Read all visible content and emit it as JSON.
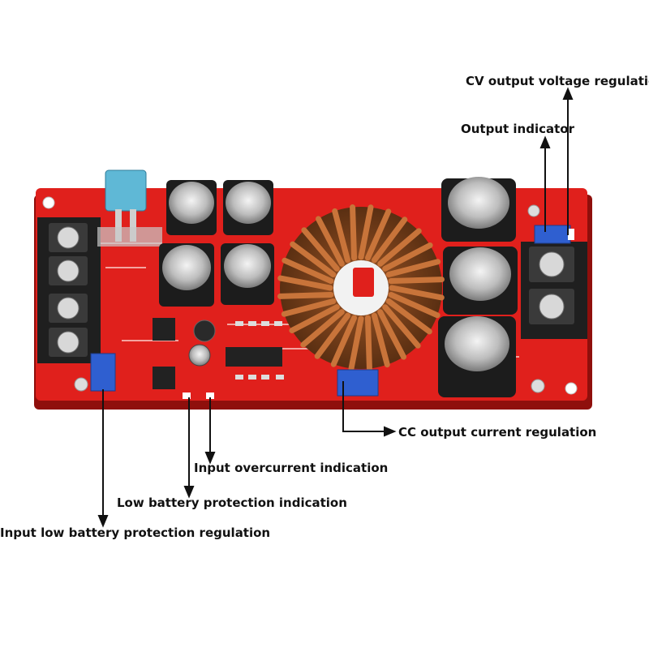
{
  "callouts": {
    "cv_output_voltage": "CV output voltage regulation",
    "output_indicator": "Output indicator",
    "cc_output_current": "CC output current regulation",
    "input_overcurrent": "Input overcurrent indication",
    "low_battery_indication": "Low battery protection indication",
    "input_low_battery_regulation": "Input low battery protection regulation"
  },
  "colors": {
    "board": "#e0201c",
    "board_dark": "#b7120f",
    "copper": "#c8743a",
    "capacitor": "#1c1c1c",
    "terminal": "#222222",
    "trimmer": "#2f5fd0",
    "fuse": "#5fb8d6",
    "arrow": "#111111"
  }
}
